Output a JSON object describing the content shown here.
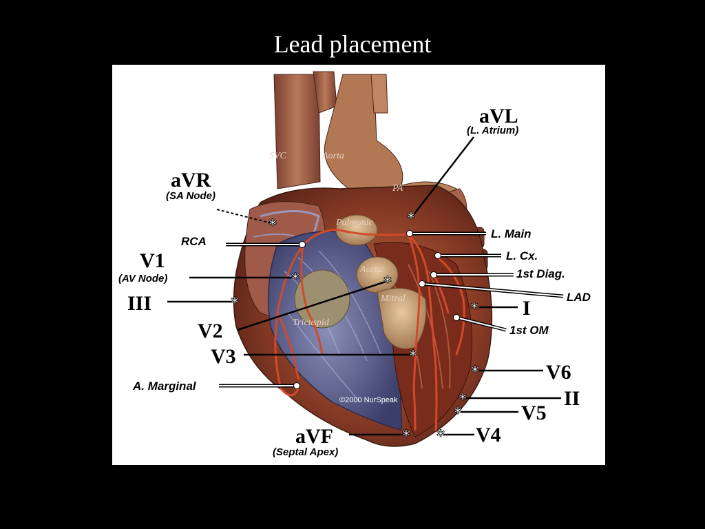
{
  "slide": {
    "title": "Lead placement"
  },
  "diagram": {
    "structure_labels": {
      "svc": "SVC",
      "aorta": "Aorta",
      "pa": "PA",
      "pulmonic": "Pulmonic",
      "aortic": "Aortic",
      "mitral": "Mitral",
      "tricuspid": "Tricuspid"
    },
    "copyright": "©2000 NurSpeak",
    "leads": {
      "avr": {
        "label": "aVR",
        "sub": "(SA Node)"
      },
      "avl": {
        "label": "aVL",
        "sub": "(L. Atrium)"
      },
      "v1": {
        "label": "V1",
        "sub": "(AV Node)"
      },
      "iii": {
        "label": "III"
      },
      "v2": {
        "label": "V2"
      },
      "v3": {
        "label": "V3"
      },
      "avf": {
        "label": "aVF",
        "sub": "(Septal Apex)"
      },
      "i": {
        "label": "I"
      },
      "v6": {
        "label": "V6"
      },
      "ii": {
        "label": "II"
      },
      "v5": {
        "label": "V5"
      },
      "v4": {
        "label": "V4"
      }
    },
    "vessels": {
      "rca": "RCA",
      "l_main": "L. Main",
      "l_cx": "L. Cx.",
      "first_diag": "1st Diag.",
      "lad": "LAD",
      "first_om": "1st OM",
      "a_marginal": "A. Marginal"
    },
    "marker_symbol": "*"
  }
}
